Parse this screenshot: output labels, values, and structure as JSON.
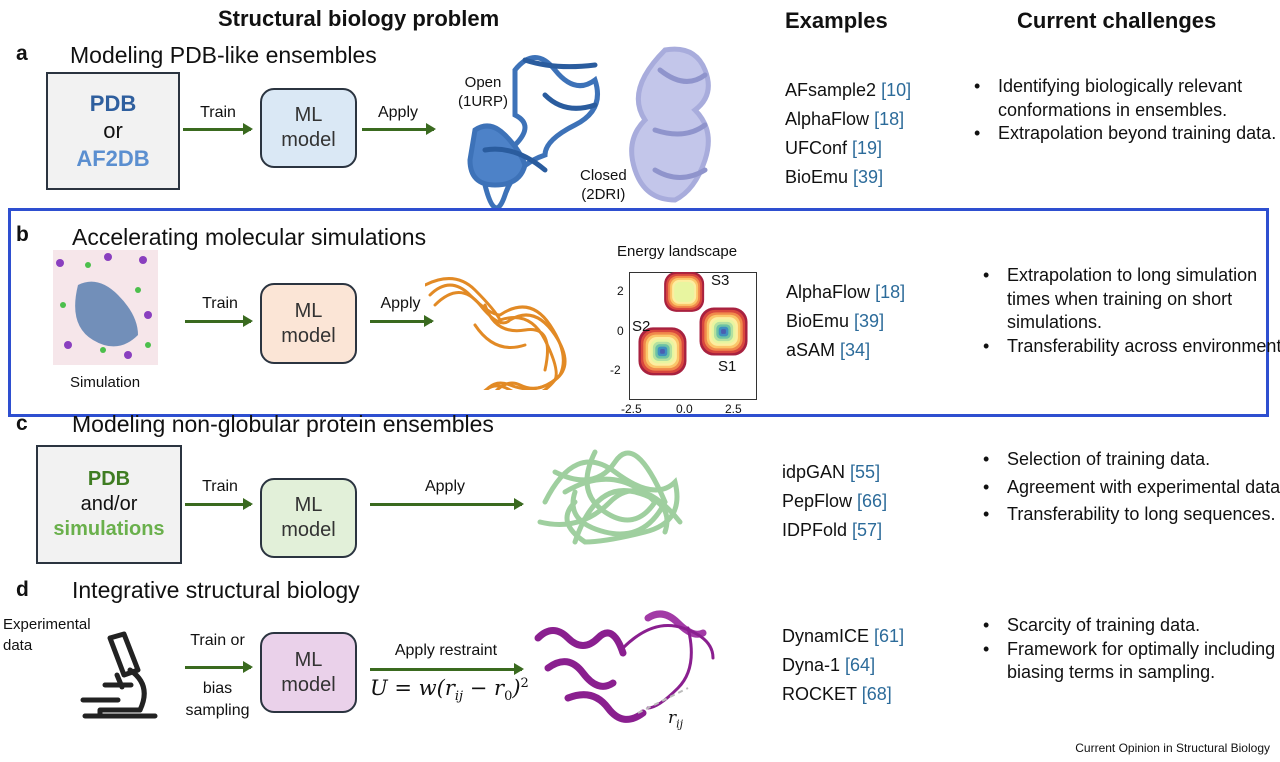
{
  "headers": {
    "problem": "Structural biology problem",
    "examples": "Examples",
    "challenges": "Current challenges"
  },
  "rows": {
    "a": {
      "label": "a",
      "title": "Modeling PDB-like ensembles",
      "source": {
        "line1": "PDB",
        "line2": "or",
        "line3": "AF2DB"
      },
      "train": "Train",
      "ml1": "ML",
      "ml2": "model",
      "apply": "Apply",
      "open": "Open",
      "open_id": "(1URP)",
      "closed": "Closed",
      "closed_id": "(2DRI)",
      "examples": [
        {
          "name": "AFsample2",
          "ref": "[10]"
        },
        {
          "name": "AlphaFlow",
          "ref": "[18]"
        },
        {
          "name": "UFConf",
          "ref": "[19]"
        },
        {
          "name": "BioEmu",
          "ref": "[39]"
        }
      ],
      "challenges": [
        "Identifying biologically relevant conformations in ensembles.",
        "Extrapolation beyond training data."
      ]
    },
    "b": {
      "label": "b",
      "title": "Accelerating molecular simulations",
      "simulation": "Simulation",
      "train": "Train",
      "ml1": "ML",
      "ml2": "model",
      "apply": "Apply",
      "plot": {
        "title": "Energy landscape",
        "xticks": [
          "-2.5",
          "0.0",
          "2.5"
        ],
        "yticks": [
          "2",
          "0",
          "-2"
        ],
        "basins": [
          {
            "name": "S1",
            "x": 1.9,
            "y": 0
          },
          {
            "name": "S2",
            "x": -1.2,
            "y": -1
          },
          {
            "name": "S3",
            "x": -0.1,
            "y": 2
          }
        ],
        "xlim": [
          -2.9,
          3.6
        ],
        "ylim": [
          -3.45,
          3.0
        ],
        "colormap": "spectral"
      },
      "examples": [
        {
          "name": "AlphaFlow",
          "ref": "[18]"
        },
        {
          "name": "BioEmu",
          "ref": "[39]"
        },
        {
          "name": "aSAM",
          "ref": "[34]"
        }
      ],
      "challenges": [
        "Extrapolation to long simulation times when training on short simulations.",
        "Transferability across environments."
      ]
    },
    "c": {
      "label": "c",
      "title": "Modeling non-globular protein ensembles",
      "source": {
        "line1": "PDB",
        "line2": "and/or",
        "line3": "simulations"
      },
      "train": "Train",
      "ml1": "ML",
      "ml2": "model",
      "apply": "Apply",
      "examples": [
        {
          "name": "idpGAN",
          "ref": "[55]"
        },
        {
          "name": "PepFlow",
          "ref": "[66]"
        },
        {
          "name": "IDPFold",
          "ref": "[57]"
        }
      ],
      "challenges": [
        "Selection of training data.",
        "Agreement with experimental data.",
        "Transferability to long sequences."
      ]
    },
    "d": {
      "label": "d",
      "title": "Integrative structural biology",
      "exp1": "Experimental",
      "exp2": "data",
      "train1": "Train or",
      "train2": "bias",
      "train3": "sampling",
      "ml1": "ML",
      "ml2": "model",
      "apply": "Apply restraint",
      "rij": "r",
      "examples": [
        {
          "name": "DynamICE",
          "ref": "[61]"
        },
        {
          "name": "Dyna-1",
          "ref": "[64]"
        },
        {
          "name": "ROCKET",
          "ref": "[68]"
        }
      ],
      "challenges": [
        "Scarcity of training data.",
        "Framework for optimally including biasing terms in sampling."
      ]
    }
  },
  "footer": "Current Opinion in Structural Biology",
  "colors": {
    "highlight": "#2e4fd0",
    "arrow": "#3a6a1f",
    "pdb_blue": "#2f5f9e",
    "af2db_blue": "#5b8fd0",
    "green_dark": "#3f7d22",
    "green_light": "#6ab04c",
    "ref": "#2c6b9a",
    "ml_a": "#dae8f5",
    "ml_b": "#fbe5d6",
    "ml_c": "#e2f0d9",
    "ml_d": "#ead1ea"
  }
}
